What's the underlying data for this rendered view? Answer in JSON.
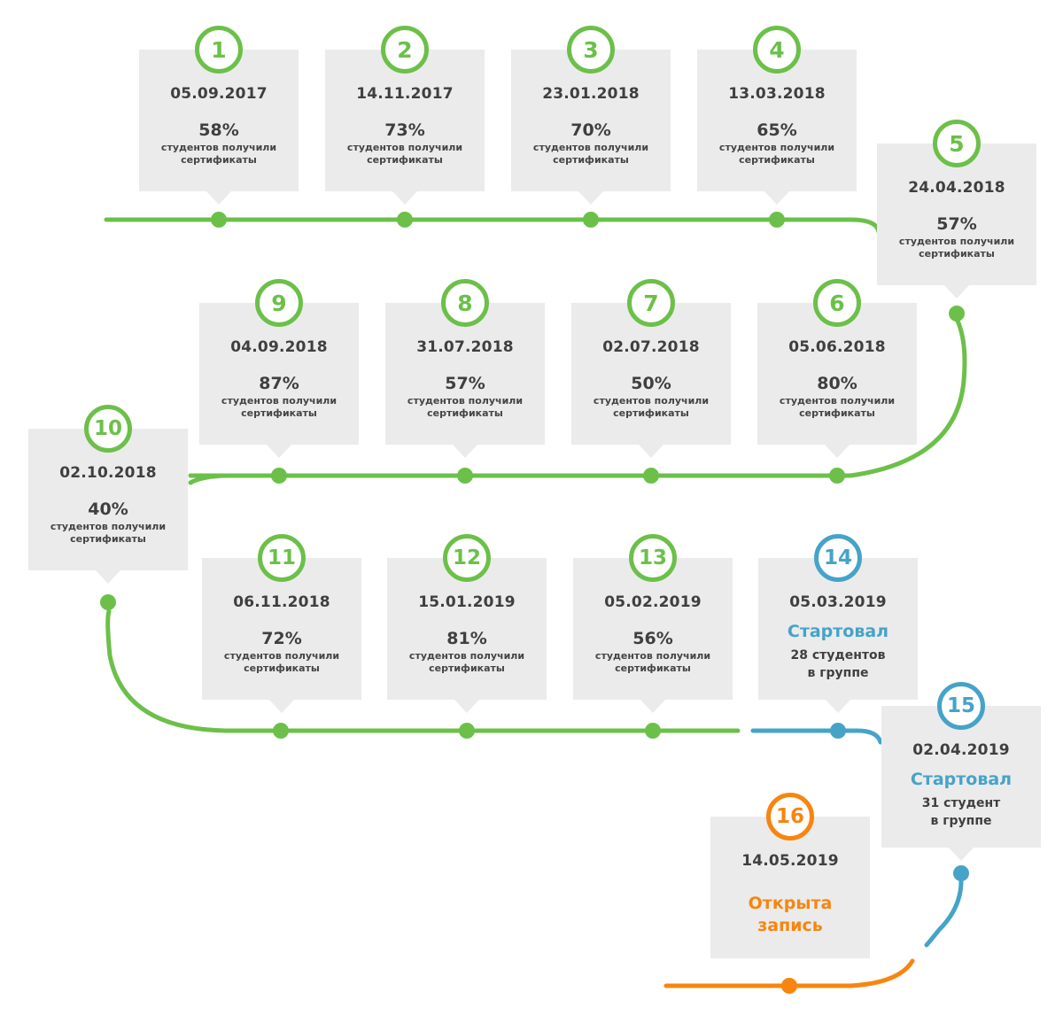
{
  "colors": {
    "green": "#6cc04a",
    "blue": "#46a3c8",
    "orange": "#f7850f",
    "card_bg": "#ebebeb",
    "text": "#3f3f3f"
  },
  "events": [
    {
      "num": "1",
      "date": "05.09.2017",
      "pct": "58%",
      "desc1": "студентов получили",
      "desc2": "сертификаты",
      "color": "green"
    },
    {
      "num": "2",
      "date": "14.11.2017",
      "pct": "73%",
      "desc1": "студентов получили",
      "desc2": "сертификаты",
      "color": "green"
    },
    {
      "num": "3",
      "date": "23.01.2018",
      "pct": "70%",
      "desc1": "студентов получили",
      "desc2": "сертификаты",
      "color": "green"
    },
    {
      "num": "4",
      "date": "13.03.2018",
      "pct": "65%",
      "desc1": "студентов получили",
      "desc2": "сертификаты",
      "color": "green"
    },
    {
      "num": "5",
      "date": "24.04.2018",
      "pct": "57%",
      "desc1": "студентов получили",
      "desc2": "сертификаты",
      "color": "green"
    },
    {
      "num": "6",
      "date": "05.06.2018",
      "pct": "80%",
      "desc1": "студентов получили",
      "desc2": "сертификаты",
      "color": "green"
    },
    {
      "num": "7",
      "date": "02.07.2018",
      "pct": "50%",
      "desc1": "студентов получили",
      "desc2": "сертификаты",
      "color": "green"
    },
    {
      "num": "8",
      "date": "31.07.2018",
      "pct": "57%",
      "desc1": "студентов получили",
      "desc2": "сертификаты",
      "color": "green"
    },
    {
      "num": "9",
      "date": "04.09.2018",
      "pct": "87%",
      "desc1": "студентов получили",
      "desc2": "сертификаты",
      "color": "green"
    },
    {
      "num": "10",
      "date": "02.10.2018",
      "pct": "40%",
      "desc1": "студентов получили",
      "desc2": "сертификаты",
      "color": "green"
    },
    {
      "num": "11",
      "date": "06.11.2018",
      "pct": "72%",
      "desc1": "студентов получили",
      "desc2": "сертификаты",
      "color": "green"
    },
    {
      "num": "12",
      "date": "15.01.2019",
      "pct": "81%",
      "desc1": "студентов получили",
      "desc2": "сертификаты",
      "color": "green"
    },
    {
      "num": "13",
      "date": "05.02.2019",
      "pct": "56%",
      "desc1": "студентов получили",
      "desc2": "сертификаты",
      "color": "green"
    },
    {
      "num": "14",
      "date": "05.03.2019",
      "status": "Стартовал",
      "note1": "28 студентов",
      "note2": "в группе",
      "color": "blue"
    },
    {
      "num": "15",
      "date": "02.04.2019",
      "status": "Стартовал",
      "note1": "31 студент",
      "note2": "в группе",
      "color": "blue"
    },
    {
      "num": "16",
      "date": "14.05.2019",
      "status": "Открыта запись",
      "color": "orange"
    }
  ]
}
